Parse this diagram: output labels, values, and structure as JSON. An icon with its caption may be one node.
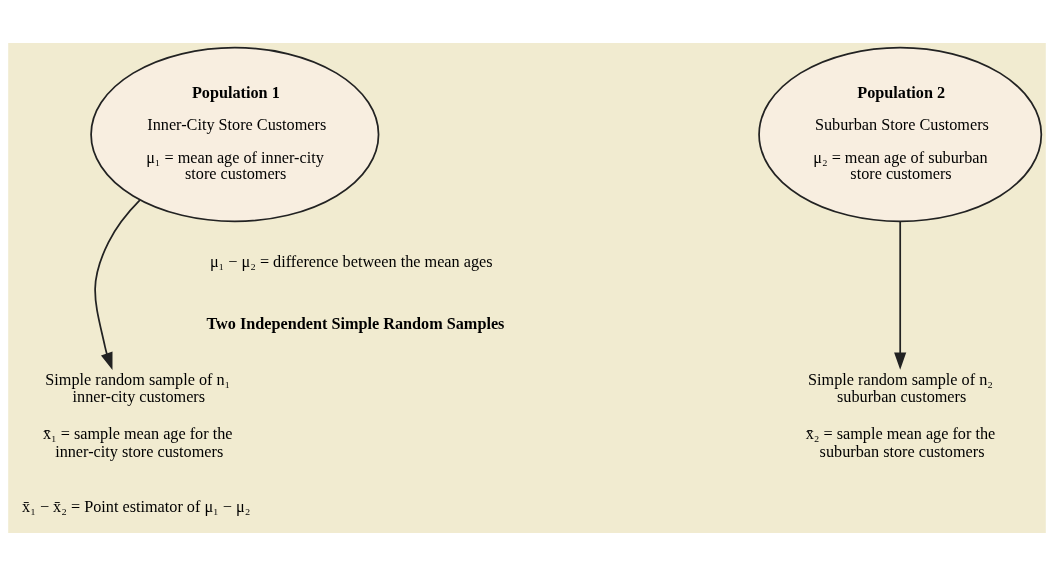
{
  "diagram": {
    "nodes": [
      {
        "text": [
          "Population 1",
          "Inner-City Store Customers",
          "μ₁ = mean age of inner-city store customers"
        ]
      },
      {
        "text": [
          "Population 2",
          "Suburban Store Customers",
          "μ₂ = mean age of suburban store customers"
        ]
      },
      {
        "text": [
          "Simple random sample of n₁ inner-city customers",
          "x̄₁ = sample mean age for the inner-city store customers"
        ]
      },
      {
        "text": [
          "Simple random sample of n₂ suburban customers",
          "x̄₂ = sample mean age for the suburban store customers"
        ]
      }
    ],
    "edges": [
      {
        "from": 0,
        "to": 2,
        "arrow": "to"
      },
      {
        "from": 1,
        "to": 3,
        "arrow": "to"
      }
    ],
    "labels": [
      "μ₁ − μ₂ = difference between the mean ages",
      "Two Independent Simple Random Samples",
      "x̄₁ − x̄₂ = Point estimator of μ₁ − μ₂"
    ]
  }
}
